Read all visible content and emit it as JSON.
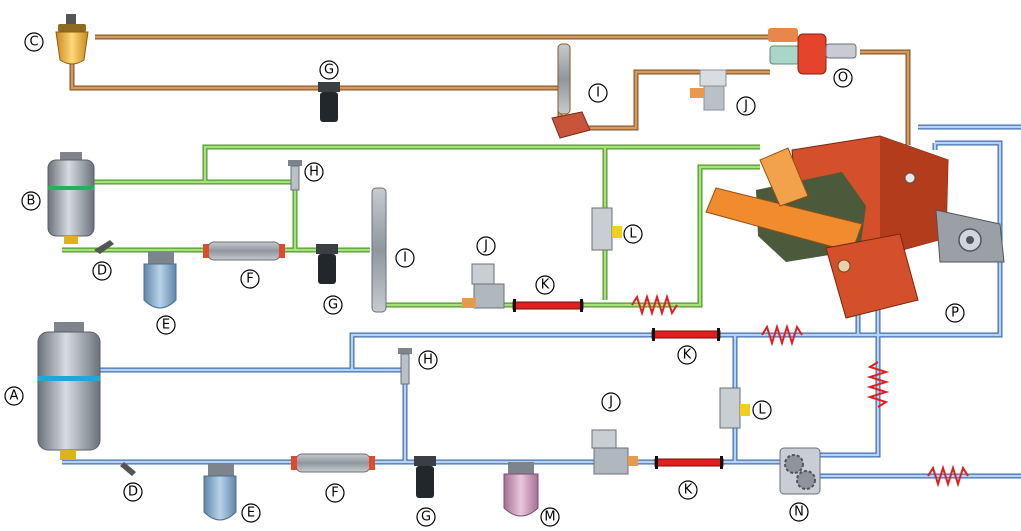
{
  "diagram": {
    "labels": {
      "A": "A",
      "B": "B",
      "C": "C",
      "D": "D",
      "E": "E",
      "F": "F",
      "G": "G",
      "H": "H",
      "I": "I",
      "J": "J",
      "K": "K",
      "L": "L",
      "M": "M",
      "N": "N",
      "O": "O",
      "P": "P"
    },
    "colors": {
      "copper_line": "#c8894a",
      "green_line": "#8fd15a",
      "blue_line": "#6f9fd8",
      "tank": "#8c949e",
      "filter_red": "#e04a2a",
      "hose": "#e01e1e",
      "manifold": "#e25a2a",
      "arm": "#e88a2a"
    }
  }
}
